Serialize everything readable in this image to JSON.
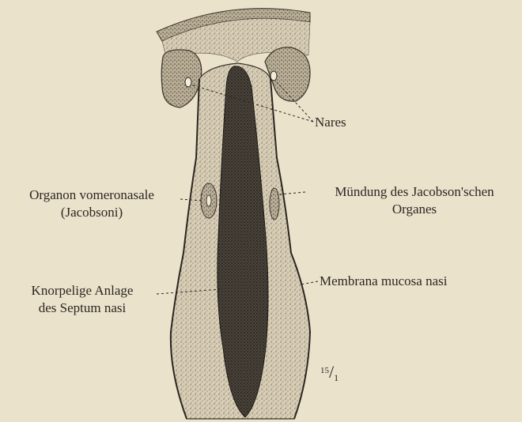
{
  "figure": {
    "colors": {
      "paper": "#ebe2cc",
      "ink": "#2b2620",
      "tissue_light": "#cfc4ad",
      "tissue_mid": "#8f8672",
      "cartilage": "#3b3630"
    },
    "labels": {
      "nares": "Nares",
      "organon_line1": "Organon vomeronasale",
      "organon_line2": "(Jacobsoni)",
      "muendung_line1": "Mündung des Jacobson'schen",
      "muendung_line2": "Organes",
      "knorpel_line1": "Knorpelige Anlage",
      "knorpel_line2": "des Septum nasi",
      "membrana": "Membrana mucosa nasi"
    },
    "scale": {
      "numerator": "15",
      "denominator": "1"
    }
  }
}
